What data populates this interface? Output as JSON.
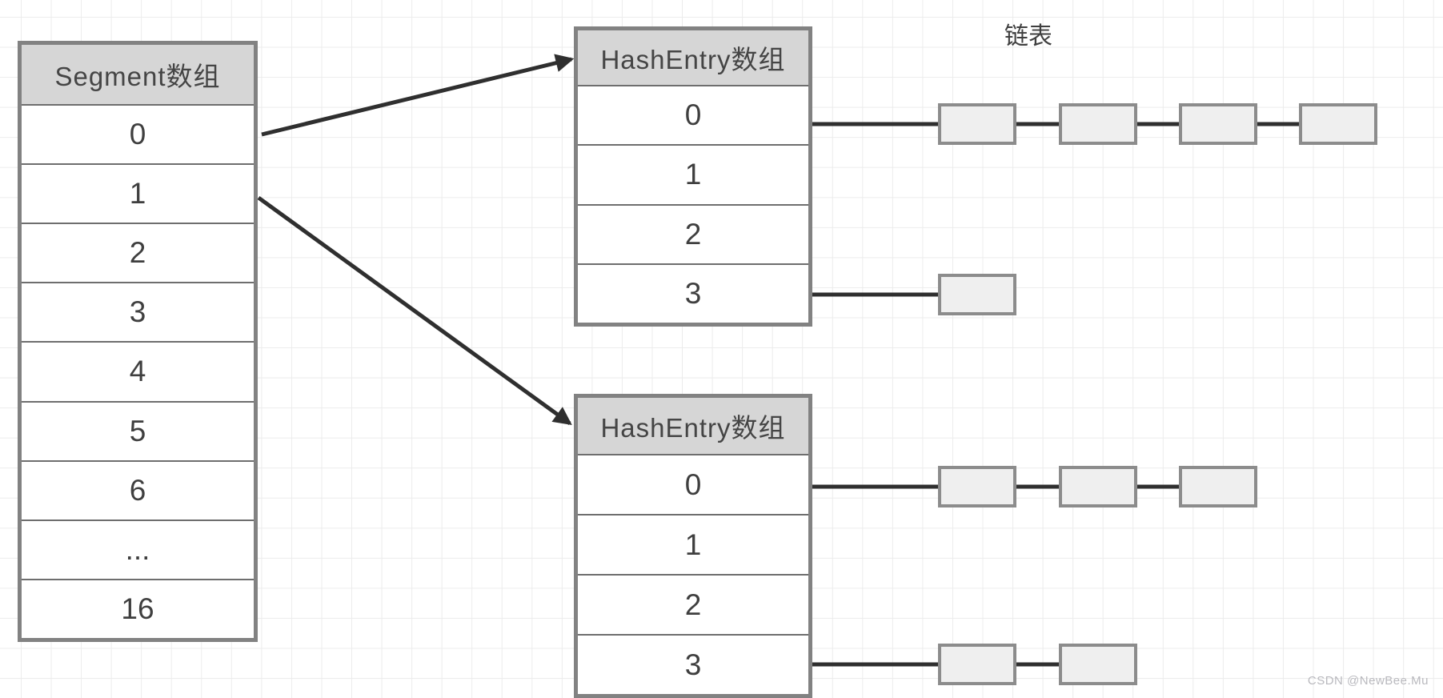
{
  "diagram": {
    "chain_label": "链表",
    "watermark": "CSDN @NewBee.Mu"
  },
  "tables": [
    {
      "id": "segment-table",
      "header": "Segment数组",
      "rows": [
        "0",
        "1",
        "2",
        "3",
        "4",
        "5",
        "6",
        "...",
        "16"
      ]
    },
    {
      "id": "hashentry-table-top",
      "header": "HashEntry数组",
      "rows": [
        "0",
        "1",
        "2",
        "3"
      ]
    },
    {
      "id": "hashentry-table-bottom",
      "header": "HashEntry数组",
      "rows": [
        "0",
        "1",
        "2",
        "3"
      ]
    }
  ],
  "linked_lists": [
    {
      "from_table": "hashentry-table-top",
      "from_row": "0",
      "nodes": 4
    },
    {
      "from_table": "hashentry-table-top",
      "from_row": "3",
      "nodes": 1
    },
    {
      "from_table": "hashentry-table-bottom",
      "from_row": "0",
      "nodes": 3
    },
    {
      "from_table": "hashentry-table-bottom",
      "from_row": "3",
      "nodes": 2
    }
  ],
  "arrows": [
    {
      "from": "segment-table row 0",
      "to": "hashentry-table-top"
    },
    {
      "from": "segment-table row 1",
      "to": "hashentry-table-bottom"
    }
  ],
  "colors": {
    "header_fill": "#d6d6d6",
    "cell_fill": "#ffffff",
    "table_border": "#828282",
    "row_divider": "#6e6e6e",
    "node_fill": "#efefef",
    "node_border": "#8c8c8c",
    "line": "#2f2f2f",
    "grid": "#ececec",
    "text": "#454545",
    "watermark_text": "#b9b9be"
  }
}
